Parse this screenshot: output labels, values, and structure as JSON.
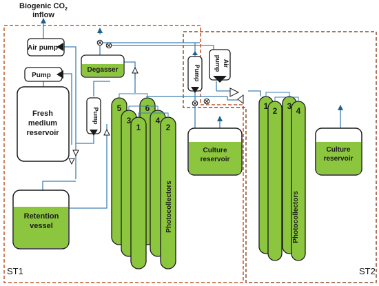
{
  "labels": {
    "inflow_line1": "Biogenic CO",
    "inflow_sub": "2",
    "inflow_line2": "inflow",
    "air_pump_st1": "Air pump",
    "pump_st1": "Pump",
    "fresh_line1": "Fresh",
    "fresh_line2": "medium",
    "fresh_line3": "reservoir",
    "retention_line1": "Retention",
    "retention_line2": "vessel",
    "degasser": "Degasser",
    "pump_vertical_st1": "Pump",
    "pump_vertical_mid": "Pump",
    "air_pump_vertical_line1": "Air",
    "air_pump_vertical_line2": "pump",
    "culture_st1_line1": "Culture",
    "culture_st1_line2": "reservoir",
    "culture_st2_line1": "Culture",
    "culture_st2_line2": "reservoir",
    "photocollectors_st1": "Photocollectors",
    "photocollectors_st2": "Photocollectors",
    "st1": "ST1",
    "st2": "ST2"
  },
  "tube_numbers_st1": [
    "5",
    "3",
    "6",
    "1",
    "4",
    "2"
  ],
  "tube_numbers_st2": [
    "1",
    "2",
    "3",
    "4"
  ],
  "colors": {
    "st1_border": "#c0562a",
    "st2_border": "#8a4a2a",
    "pipe": "#3f7fb0",
    "liquid": "#8cc63f",
    "outline": "#1a1a1a",
    "arrow": "#1f5f8a"
  }
}
